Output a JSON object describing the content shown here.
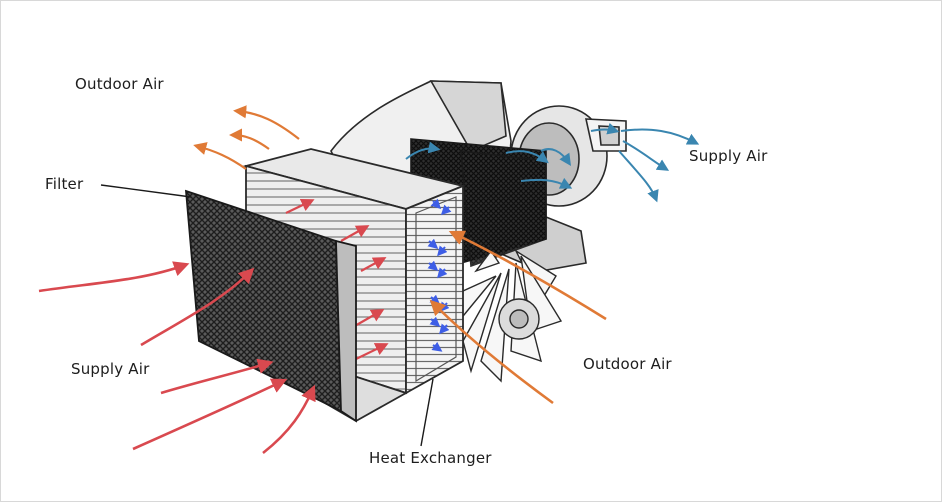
{
  "labels": {
    "outdoor_air_top": "Outdoor Air",
    "filter": "Filter",
    "supply_air_left": "Supply Air",
    "supply_air_right": "Supply Air",
    "outdoor_air_right": "Outdoor Air",
    "heat_exchanger": "Heat Exchanger"
  },
  "colors": {
    "outdoor_arrow": "#e07a36",
    "supply_arrow": "#d9494f",
    "supply_out_arrow": "#3a86b0",
    "exchanger_flow": "#3e5ee6",
    "outline": "#2a2a2a",
    "filter_mesh": "#3a3a3a",
    "panel_light": "#ececec",
    "panel_mid": "#cfcfcf"
  }
}
